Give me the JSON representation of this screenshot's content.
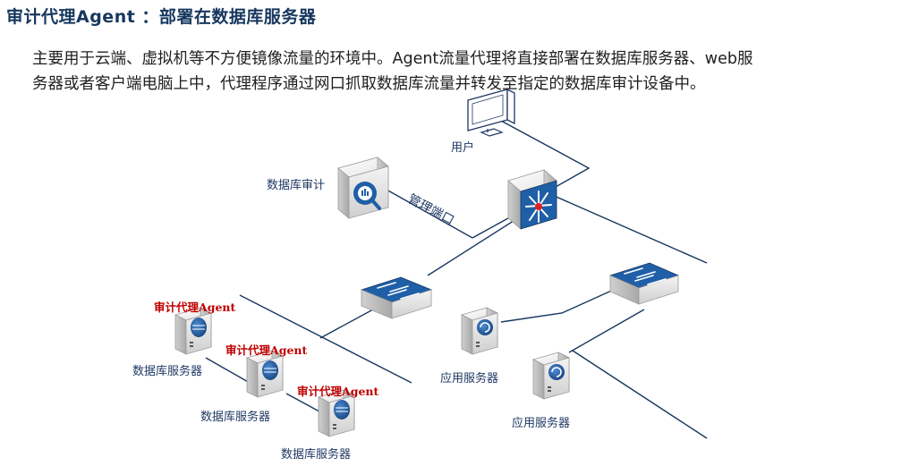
{
  "title": "审计代理Agent ：部署在数据库服务器",
  "intro": {
    "line1": "主要用于云端、虚拟机等不方便镜像流量的环境中。Agent流量代理将直接部署在数据库服务器、web服",
    "line2": "务器或者客户端电脑上中，代理程序通过网口抓取数据库流量并转发至指定的数据库审计设备中。"
  },
  "diagram": {
    "user_label": "用户",
    "audit_label": "数据库审计",
    "mgmt_port_label": "管理端口",
    "agent_labels": [
      "审计代理Agent",
      "审计代理Agent",
      "审计代理Agent"
    ],
    "db_server_labels": [
      "数据库服务器",
      "数据库服务器",
      "数据库服务器"
    ],
    "app_server_labels": [
      "应用服务器",
      "应用服务器"
    ]
  },
  "colors": {
    "title": "#17375e",
    "line": "#17375e",
    "agent_text": "#c00000",
    "device_blue": "#1f5fa8"
  }
}
